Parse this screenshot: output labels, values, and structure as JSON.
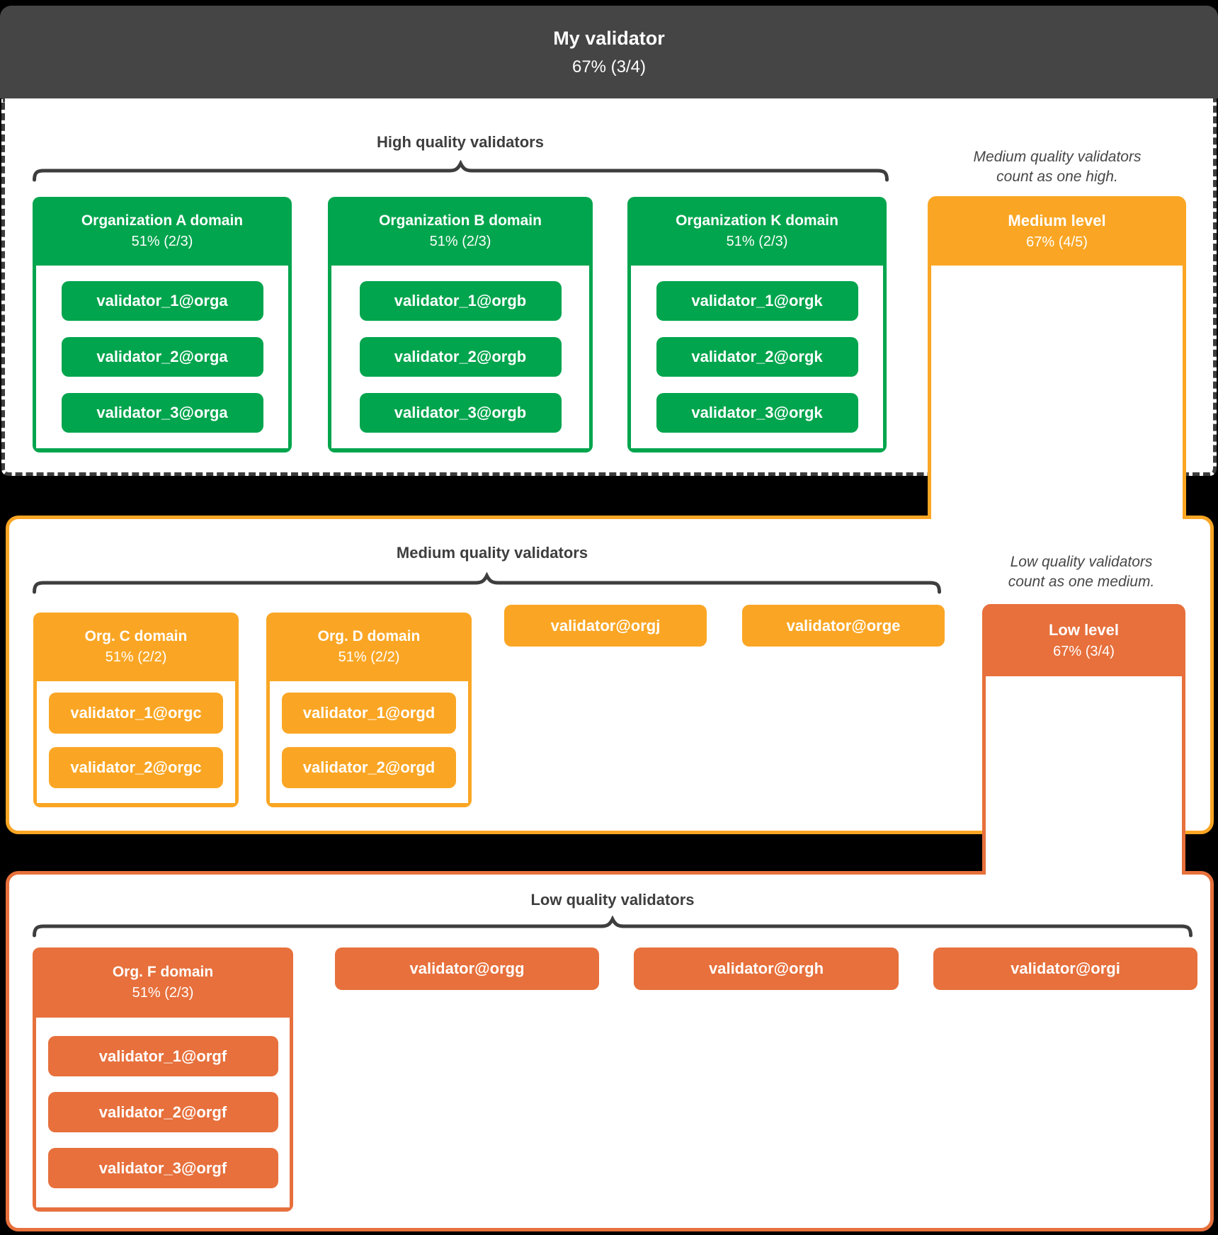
{
  "root_header": {
    "title": "My validator",
    "stat": "67% (3/4)"
  },
  "colors": {
    "high_green": "#00a54d",
    "medium_orange": "#faa624",
    "low_orange": "#e7703c",
    "header_bg": "#454545",
    "brace_gray": "#3e3e3e"
  },
  "high_section": {
    "heading": "High quality validators",
    "orgs": [
      {
        "title": "Organization A domain",
        "stat": "51% (2/3)",
        "validators": [
          "validator_1@orga",
          "validator_2@orga",
          "validator_3@orga"
        ]
      },
      {
        "title": "Organization B domain",
        "stat": "51% (2/3)",
        "validators": [
          "validator_1@orgb",
          "validator_2@orgb",
          "validator_3@orgb"
        ]
      },
      {
        "title": "Organization K domain",
        "stat": "51% (2/3)",
        "validators": [
          "validator_1@orgk",
          "validator_2@orgk",
          "validator_3@orgk"
        ]
      }
    ],
    "note": {
      "line1": "Medium quality validators",
      "line2": "count as one high."
    },
    "connector": {
      "title": "Medium level",
      "stat": "67% (4/5)"
    }
  },
  "medium_section": {
    "heading": "Medium quality validators",
    "orgs": [
      {
        "title": "Org. C domain",
        "stat": "51% (2/2)",
        "validators": [
          "validator_1@orgc",
          "validator_2@orgc"
        ]
      },
      {
        "title": "Org. D domain",
        "stat": "51% (2/2)",
        "validators": [
          "validator_1@orgd",
          "validator_2@orgd"
        ]
      }
    ],
    "loose_validators": [
      "validator@orgj",
      "validator@orge"
    ],
    "note": {
      "line1": "Low quality validators",
      "line2": "count as one medium."
    },
    "connector": {
      "title": "Low level",
      "stat": "67% (3/4)"
    }
  },
  "low_section": {
    "heading": "Low quality validators",
    "orgs": [
      {
        "title": "Org. F domain",
        "stat": "51% (2/3)",
        "validators": [
          "validator_1@orgf",
          "validator_2@orgf",
          "validator_3@orgf"
        ]
      }
    ],
    "loose_validators": [
      "validator@orgg",
      "validator@orgh",
      "validator@orgi"
    ]
  }
}
